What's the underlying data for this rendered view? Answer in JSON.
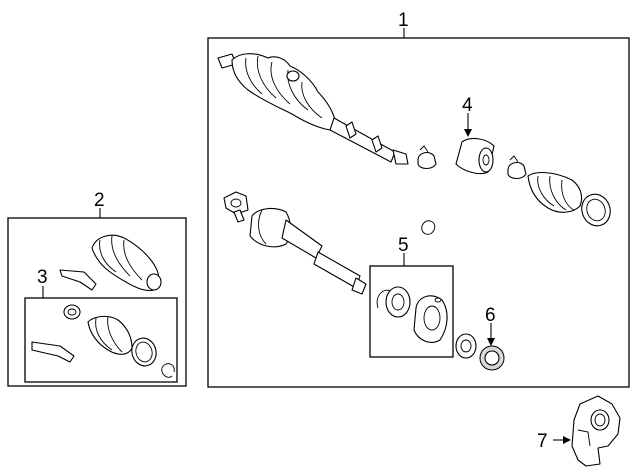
{
  "callouts": {
    "c1": "1",
    "c2": "2",
    "c3": "3",
    "c4": "4",
    "c5": "5",
    "c6": "6",
    "c7": "7"
  },
  "colors": {
    "line": "#000000",
    "background": "#ffffff",
    "fill_shade": "#d8d8d8"
  }
}
